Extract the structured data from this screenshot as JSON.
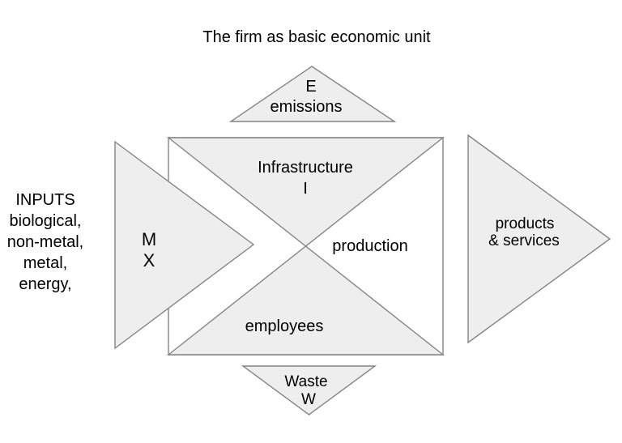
{
  "title": "The firm as basic economic unit",
  "colors": {
    "background": "#ffffff",
    "shape_fill": "#eeeeee",
    "shape_stroke": "#848484",
    "square_fill": "#ffffff",
    "text": "#000000"
  },
  "inputs": {
    "heading": "INPUTS",
    "items": [
      "biological,",
      "non-metal,",
      "metal,",
      "energy,"
    ],
    "arrow_line1": "M",
    "arrow_line2": "X"
  },
  "emissions": {
    "symbol": "E",
    "label": "emissions"
  },
  "firm": {
    "infrastructure_label": "Infrastructure",
    "infrastructure_symbol": "I",
    "production_label": "production",
    "employees_label": "employees"
  },
  "outputs": {
    "line1": "products",
    "line2": "& services"
  },
  "waste": {
    "label": "Waste",
    "symbol": "W"
  }
}
